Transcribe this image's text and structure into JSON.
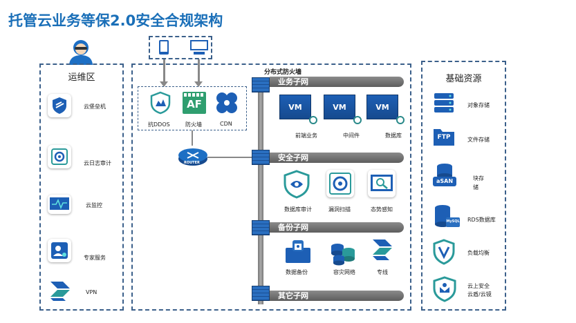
{
  "title": "托管云业务等保2.0安全合规架构",
  "ops_zone": {
    "title": "运维区",
    "items": [
      {
        "label": "云堡垒机",
        "icon": "shield-icon"
      },
      {
        "label": "云日志审计",
        "icon": "log-audit-icon"
      },
      {
        "label": "云监控",
        "icon": "monitor-icon"
      },
      {
        "label": "专家服务",
        "icon": "expert-service-icon"
      },
      {
        "label": "VPN",
        "icon": "vpn-icon"
      }
    ]
  },
  "edge": {
    "items": [
      {
        "label": "抗DDOS",
        "icon": "anti-ddos-icon"
      },
      {
        "label": "防火墙",
        "icon": "firewall-af-icon",
        "badge": "AF"
      },
      {
        "label": "CDN",
        "icon": "cdn-icon"
      }
    ],
    "router_label": "ROUTER"
  },
  "core": {
    "firewall_label": "分布式防火墙",
    "networks": [
      {
        "label": "业务子网"
      },
      {
        "label": "安全子网"
      },
      {
        "label": "备份子网"
      },
      {
        "label": "其它子网"
      }
    ],
    "business": [
      {
        "badge": "VM",
        "label": "前端业务"
      },
      {
        "badge": "VM",
        "label": "中间件"
      },
      {
        "badge": "VM",
        "label": "数据库"
      }
    ],
    "security": [
      {
        "label": "数据库审计",
        "icon": "db-audit-icon"
      },
      {
        "label": "漏洞扫描",
        "icon": "vuln-scan-icon"
      },
      {
        "label": "态势感知",
        "icon": "situation-awareness-icon"
      }
    ],
    "backup": [
      {
        "label": "数据备份",
        "icon": "data-backup-icon"
      },
      {
        "label": "容灾网络",
        "icon": "disaster-recovery-icon"
      },
      {
        "label": "专线",
        "icon": "dedicated-line-icon"
      }
    ]
  },
  "resources": {
    "title": "基础资源",
    "items": [
      {
        "label": "对象存储",
        "icon": "object-storage-icon"
      },
      {
        "label": "文件存储",
        "icon": "ftp-folder-icon",
        "badge": "FTP"
      },
      {
        "label": "块存\n储",
        "icon": "asan-icon",
        "badge": "aSAN"
      },
      {
        "label": "RDS数据库",
        "icon": "mysql-icon",
        "badge": "MySQL"
      },
      {
        "label": "负载均衡",
        "icon": "load-balancer-icon"
      },
      {
        "label": "云上安全\n云盾/云镜",
        "icon": "cloud-security-icon"
      }
    ]
  },
  "colors": {
    "title": "#1a6fb8",
    "accent": "#1d5fb5",
    "teal": "#2a9a9a",
    "bar": "#7a7a7a"
  }
}
